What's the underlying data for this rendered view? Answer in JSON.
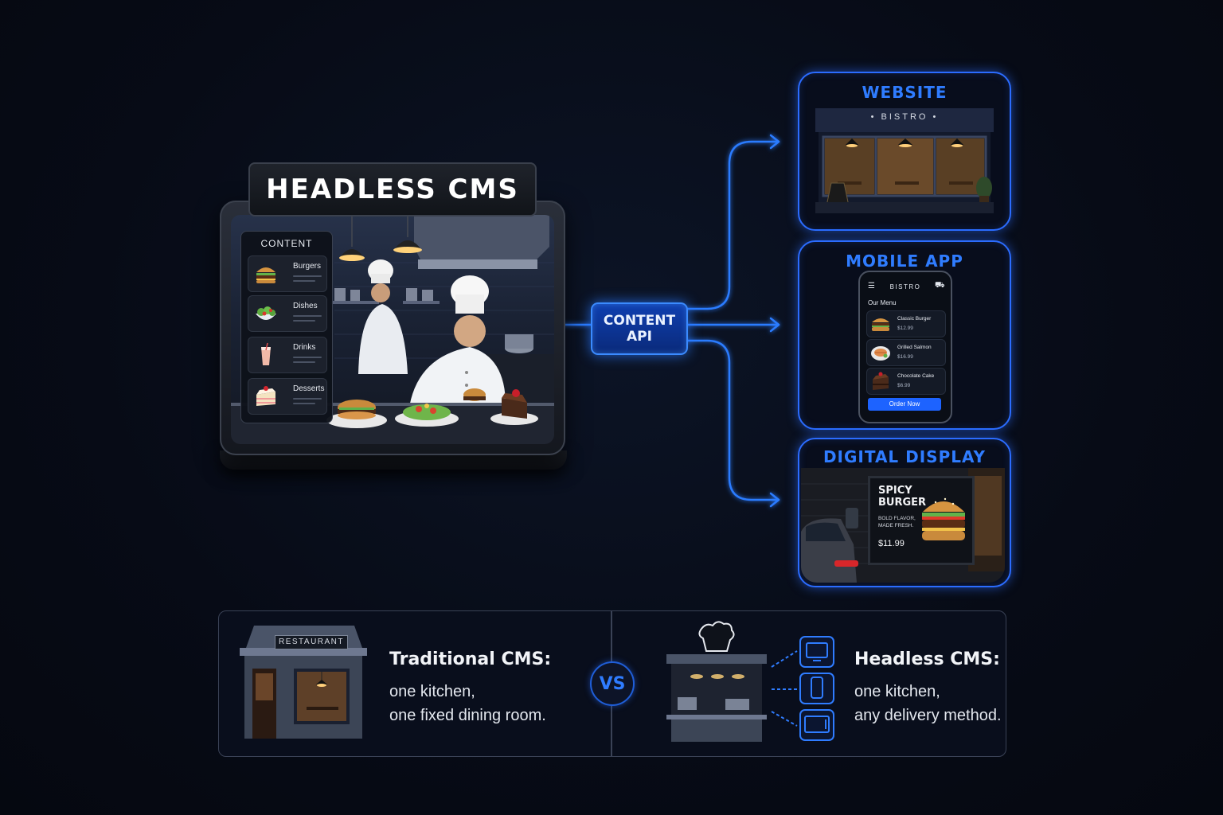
{
  "cms": {
    "title": "HEADLESS CMS",
    "sidebar_title": "CONTENT",
    "items": [
      {
        "label": "Burgers"
      },
      {
        "label": "Dishes"
      },
      {
        "label": "Drinks"
      },
      {
        "label": "Desserts"
      }
    ]
  },
  "api": {
    "line1": "CONTENT",
    "line2": "API"
  },
  "outputs": {
    "website": {
      "title": "WEBSITE",
      "sign": "• BISTRO •"
    },
    "mobile": {
      "title": "MOBILE APP",
      "brand": "BISTRO",
      "heading": "Our Menu",
      "items": [
        {
          "name": "Classic Burger",
          "price": "$12.99"
        },
        {
          "name": "Grilled Salmon",
          "price": "$16.99"
        },
        {
          "name": "Chocolate Cake",
          "price": "$6.99"
        }
      ],
      "order_button": "Order Now"
    },
    "display": {
      "title": "DIGITAL DISPLAY",
      "ad_title": "SPICY BURGER",
      "ad_sub": "BOLD FLAVOR, MADE FRESH.",
      "ad_price": "$11.99"
    }
  },
  "compare": {
    "vs": "VS",
    "traditional": {
      "sign": "RESTAURANT",
      "title": "Traditional CMS:",
      "line1": "one kitchen,",
      "line2": "one fixed dining room."
    },
    "headless": {
      "title": "Headless CMS:",
      "line1": "one kitchen,",
      "line2": "any delivery method."
    }
  },
  "colors": {
    "accent": "#2f7cff",
    "glow": "#2b6cff",
    "background": "#070b16"
  }
}
